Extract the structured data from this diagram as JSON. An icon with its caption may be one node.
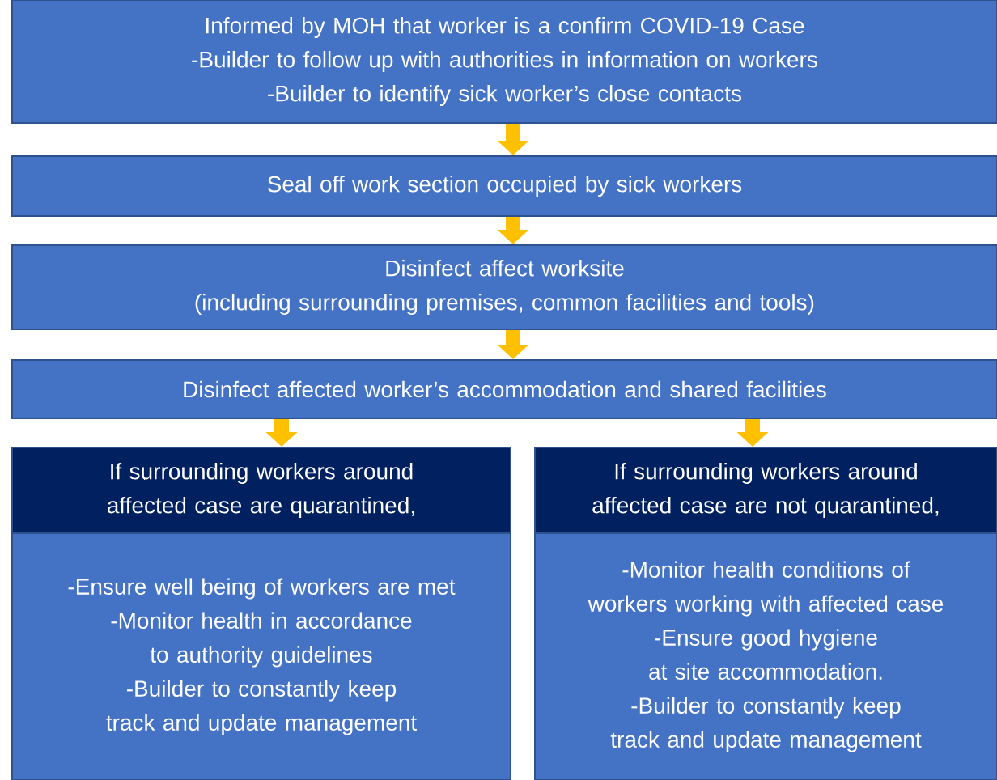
{
  "diagram": {
    "nodes": [
      {
        "text": [
          "Informed by MOH that worker is a confirm COVID-19 Case",
          "-Builder to follow up with authorities in information on workers",
          "-Builder to identify sick worker’s close contacts"
        ]
      },
      {
        "text": [
          "Seal off work section occupied by sick workers"
        ]
      },
      {
        "text": [
          "Disinfect affect worksite",
          "(including surrounding premises, common facilities and tools)"
        ]
      },
      {
        "text": [
          "Disinfect affected worker’s accommodation and shared facilities"
        ]
      },
      {
        "text": [
          "If surrounding workers around affected case are quarantined,"
        ]
      },
      {
        "text": [
          "-Ensure well being of workers are met",
          "-Monitor health in accordance to authority guidelines",
          "-Builder to constantly keep track and update management"
        ]
      },
      {
        "text": [
          "If surrounding workers around affected case are not quarantined,"
        ]
      },
      {
        "text": [
          "-Monitor health conditions of workers working with affected case",
          "-Ensure good hygiene at site accommodation.",
          "-Builder to constantly keep track and update management"
        ]
      }
    ],
    "edges": [
      {
        "from": 0,
        "to": 1,
        "arrow": "to"
      },
      {
        "from": 1,
        "to": 2,
        "arrow": "to"
      },
      {
        "from": 2,
        "to": 3,
        "arrow": "to"
      },
      {
        "from": 3,
        "to": 4,
        "arrow": "to"
      },
      {
        "from": 3,
        "to": 6,
        "arrow": "to"
      }
    ]
  }
}
